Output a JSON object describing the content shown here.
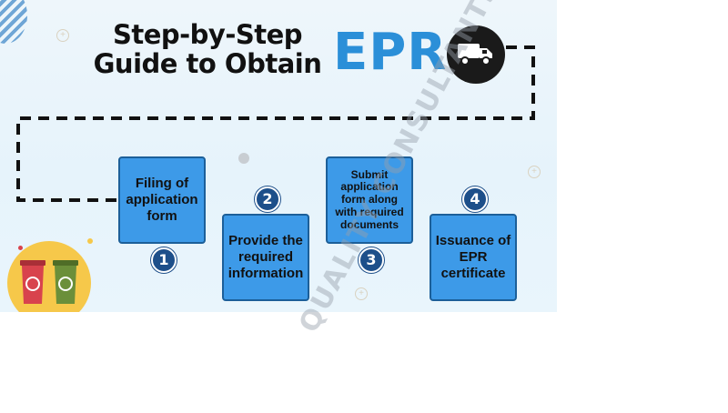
{
  "header": {
    "title_line1": "Step-by-Step",
    "title_line2": "Guide to Obtain",
    "highlight": "EPR"
  },
  "steps": [
    {
      "number": "1",
      "label": "Filing of application form"
    },
    {
      "number": "2",
      "label": "Provide the required information"
    },
    {
      "number": "3",
      "label": "Submit application form along with required documents"
    },
    {
      "number": "4",
      "label": "Issuance of EPR certificate"
    }
  ],
  "watermark": "QUALITY CONSULTANTS",
  "icons": [
    "stripes-decoration",
    "garbage-truck-icon",
    "recycle-bins-icon"
  ],
  "colors": {
    "accent": "#2b8fd8",
    "step_fill": "#3d9ae8",
    "badge": "#1d4f8a",
    "truck_circle": "#1a1a1a",
    "bin_red": "#d8434d",
    "bin_green": "#6b8f3a",
    "bins_bg": "#f6c84a"
  }
}
